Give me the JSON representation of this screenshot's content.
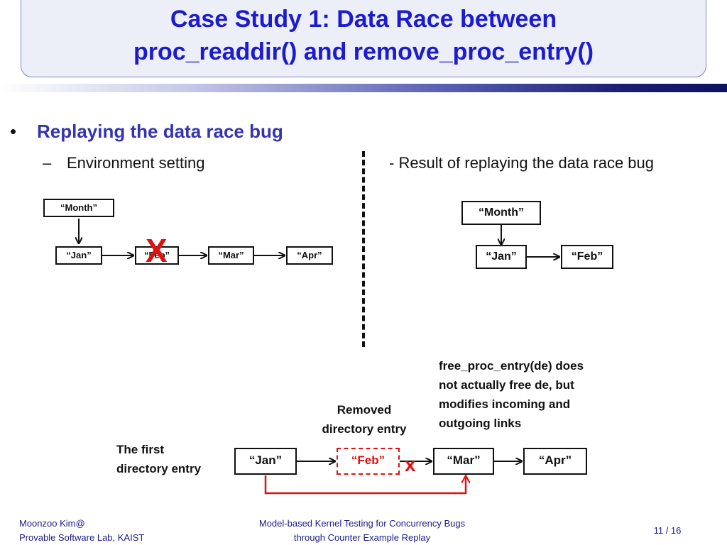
{
  "slide": {
    "title_line1": "Case Study 1: Data Race between",
    "title_line2": "proc_readdir() and remove_proc_entry()",
    "bullet_marker": "•",
    "bullet": "Replaying the data race bug",
    "sub_marker": "–",
    "sub_bullet": "Environment setting",
    "result_heading": "- Result of replaying the data race bug"
  },
  "env_diagram": {
    "root": "“Month”",
    "nodes": [
      "“Jan”",
      "“Feb”",
      "“Mar”",
      "“Apr”"
    ],
    "x_mark": "X"
  },
  "result_diagram": {
    "root": "“Month”",
    "nodes": [
      "“Jan”",
      "“Feb”"
    ]
  },
  "bottom_diagram": {
    "first_entry_label_1": "The first",
    "first_entry_label_2": "directory entry",
    "removed_label_1": "Removed",
    "removed_label_2": "directory entry",
    "note_1": "free_proc_entry(de) does",
    "note_2": "not actually free de, but",
    "note_3": "modifies incoming and",
    "note_4": "outgoing links",
    "nodes": [
      "“Jan”",
      "“Feb”",
      "“Mar”",
      "“Apr”"
    ],
    "x_mark": "x",
    "colors": {
      "removed": "#e01010"
    }
  },
  "footer": {
    "author_1": "Moonzoo Kim@",
    "author_2": "Provable Software Lab, KAIST",
    "talk_1": "Model-based Kernel Testing for Concurrency Bugs",
    "talk_2": "through Counter Example Replay",
    "page": "11 / 16"
  }
}
